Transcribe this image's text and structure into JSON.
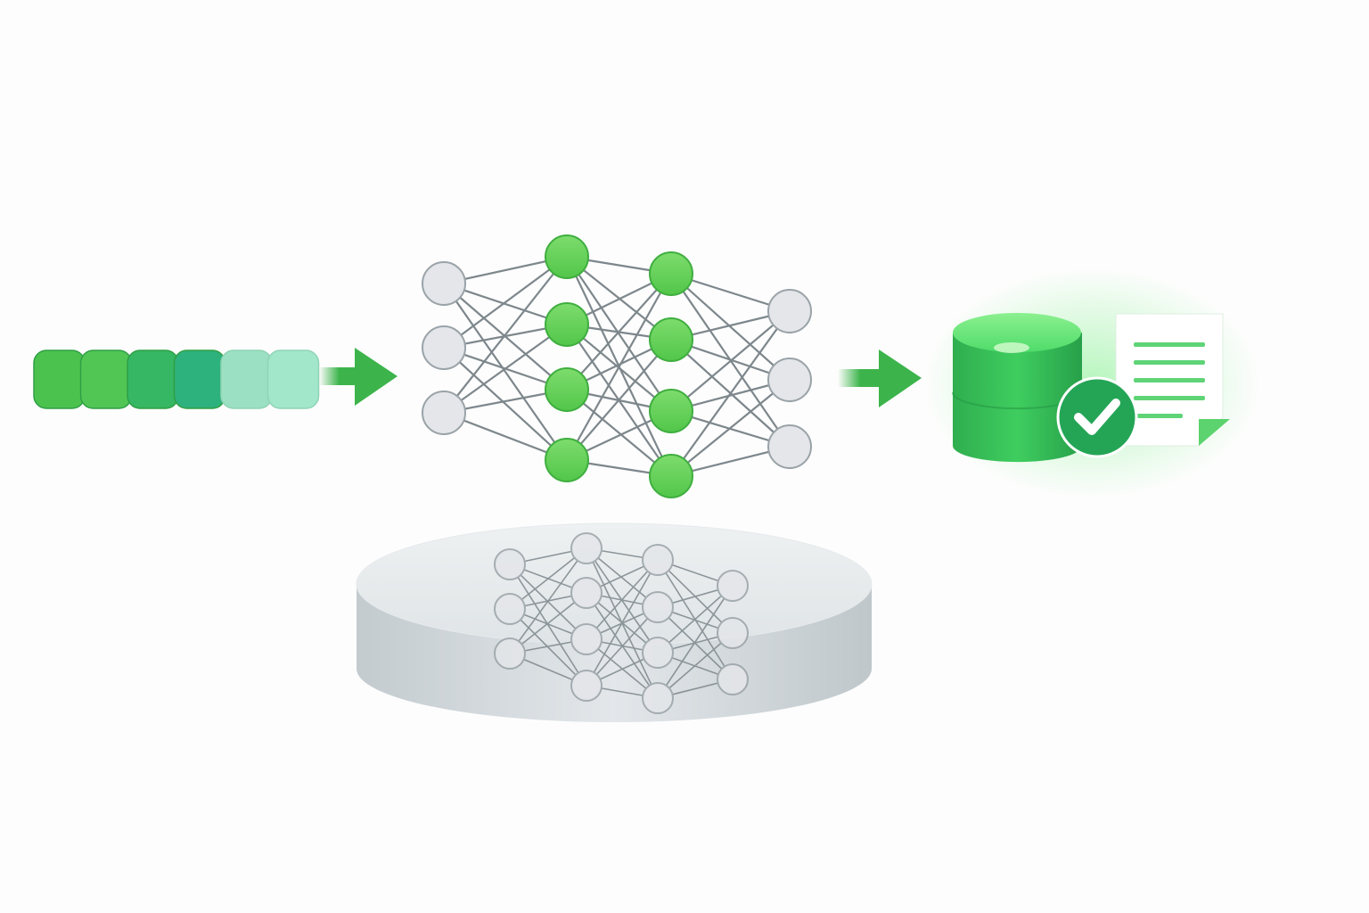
{
  "colors": {
    "green_dark": "#3cb44b",
    "green_light": "#6fd66a",
    "teal": "#2bb57e",
    "mint": "#9ee3c4",
    "node_gray": "#e4e6e9",
    "edge_gray": "#7d878c",
    "platform": "#d4dadd"
  },
  "input_tokens": [
    {
      "color": "#4cc24e"
    },
    {
      "color": "#52c655"
    },
    {
      "color": "#35b763"
    },
    {
      "color": "#2eb27d"
    },
    {
      "color": "#9be0c2"
    },
    {
      "color": "#a3e7cb"
    }
  ],
  "network": {
    "layers": [
      3,
      4,
      4,
      3
    ],
    "active_layers": [
      1,
      2
    ]
  },
  "output": {
    "icons": [
      "database-icon",
      "document-icon",
      "checkmark-icon"
    ]
  }
}
